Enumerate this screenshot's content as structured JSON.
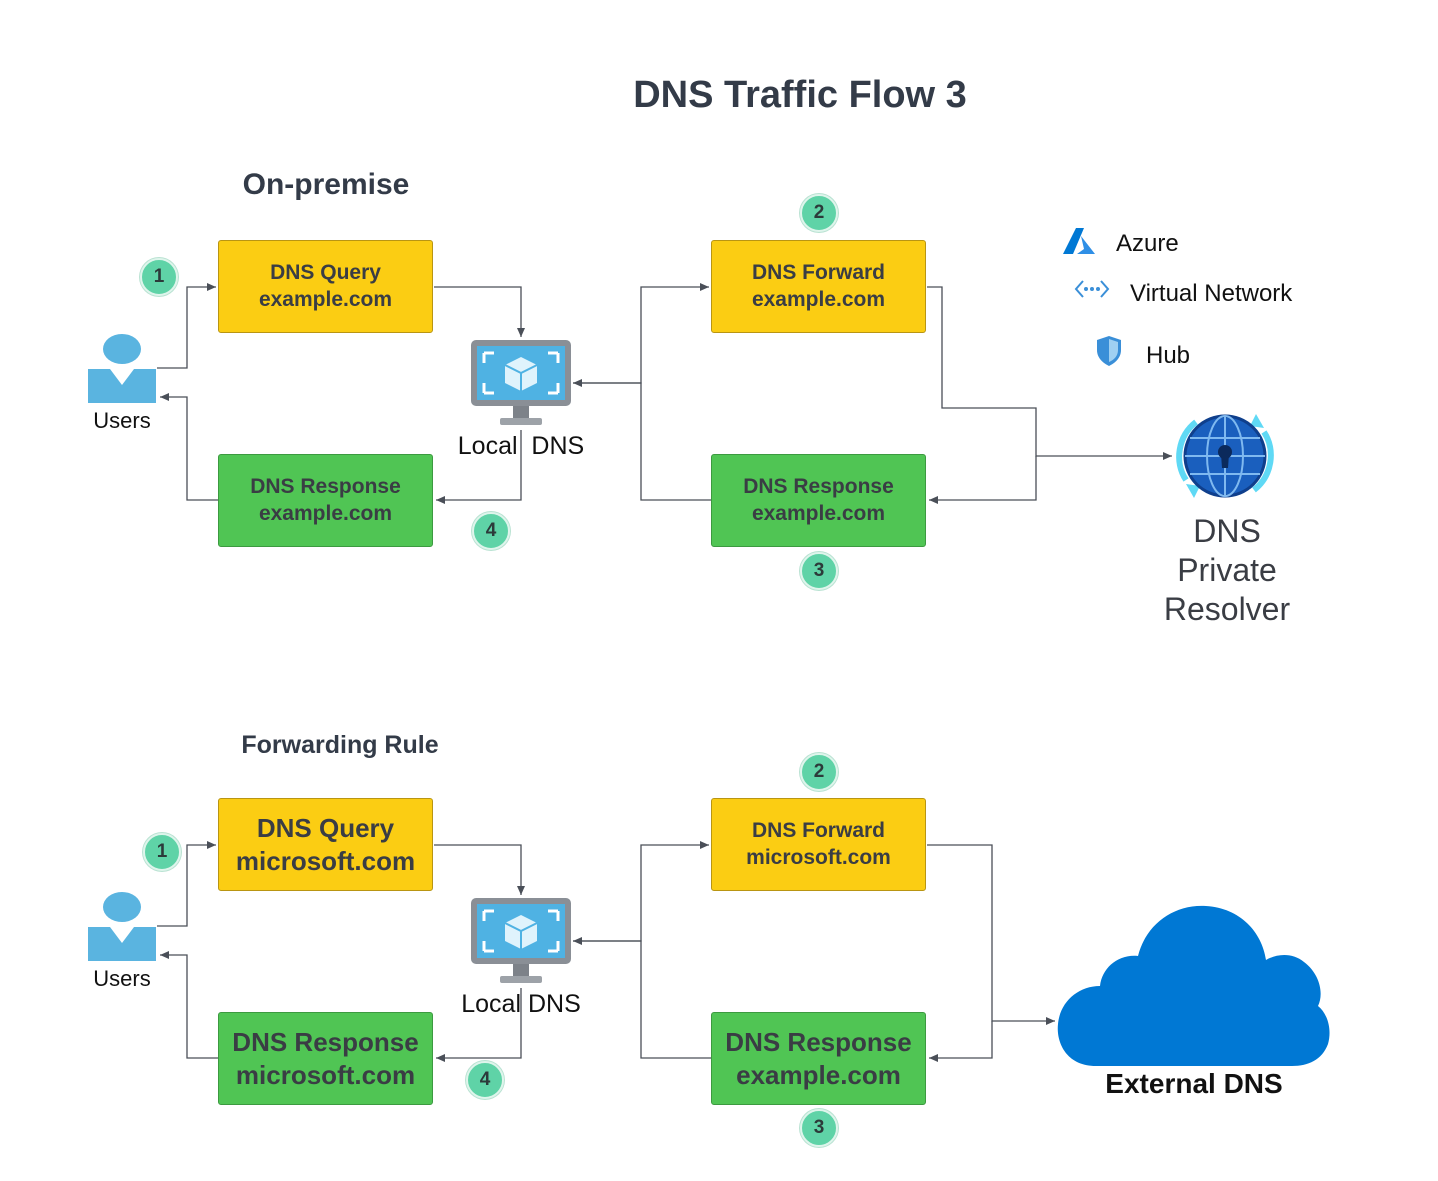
{
  "title": "DNS Traffic Flow 3",
  "top": {
    "section_title": "On-premise",
    "users_label": "Users",
    "local_dns_label": "Local  DNS",
    "query_line1": "DNS Query",
    "query_line2": "example.com",
    "response_line1": "DNS Response",
    "response_line2": "example.com",
    "forward_line1": "DNS Forward",
    "forward_line2": "example.com",
    "ext_response_line1": "DNS Response",
    "ext_response_line2": "example.com",
    "badge1": "1",
    "badge2": "2",
    "badge3": "3",
    "badge4": "4"
  },
  "bottom": {
    "section_title": "Forwarding Rule",
    "users_label": "Users",
    "local_dns_label": "Local DNS",
    "query_line1": "DNS Query",
    "query_line2": "microsoft.com",
    "response_line1": "DNS Response",
    "response_line2": "microsoft.com",
    "forward_line1": "DNS Forward",
    "forward_line2": "microsoft.com",
    "ext_response_line1": "DNS Response",
    "ext_response_line2": "example.com",
    "badge1": "1",
    "badge2": "2",
    "badge3": "3",
    "badge4": "4"
  },
  "azure": {
    "label": "Azure",
    "vnet_label": "Virtual Network",
    "hub_label": "Hub",
    "resolver_line1": "DNS",
    "resolver_line2": "Private",
    "resolver_line3": "Resolver"
  },
  "external": {
    "label": "External DNS"
  },
  "colors": {
    "query_fill": "#fbcd13",
    "response_fill": "#50c554",
    "badge_fill": "#5fd3a7",
    "azure_blue": "#0078d4",
    "user_blue": "#5ab4e0"
  }
}
